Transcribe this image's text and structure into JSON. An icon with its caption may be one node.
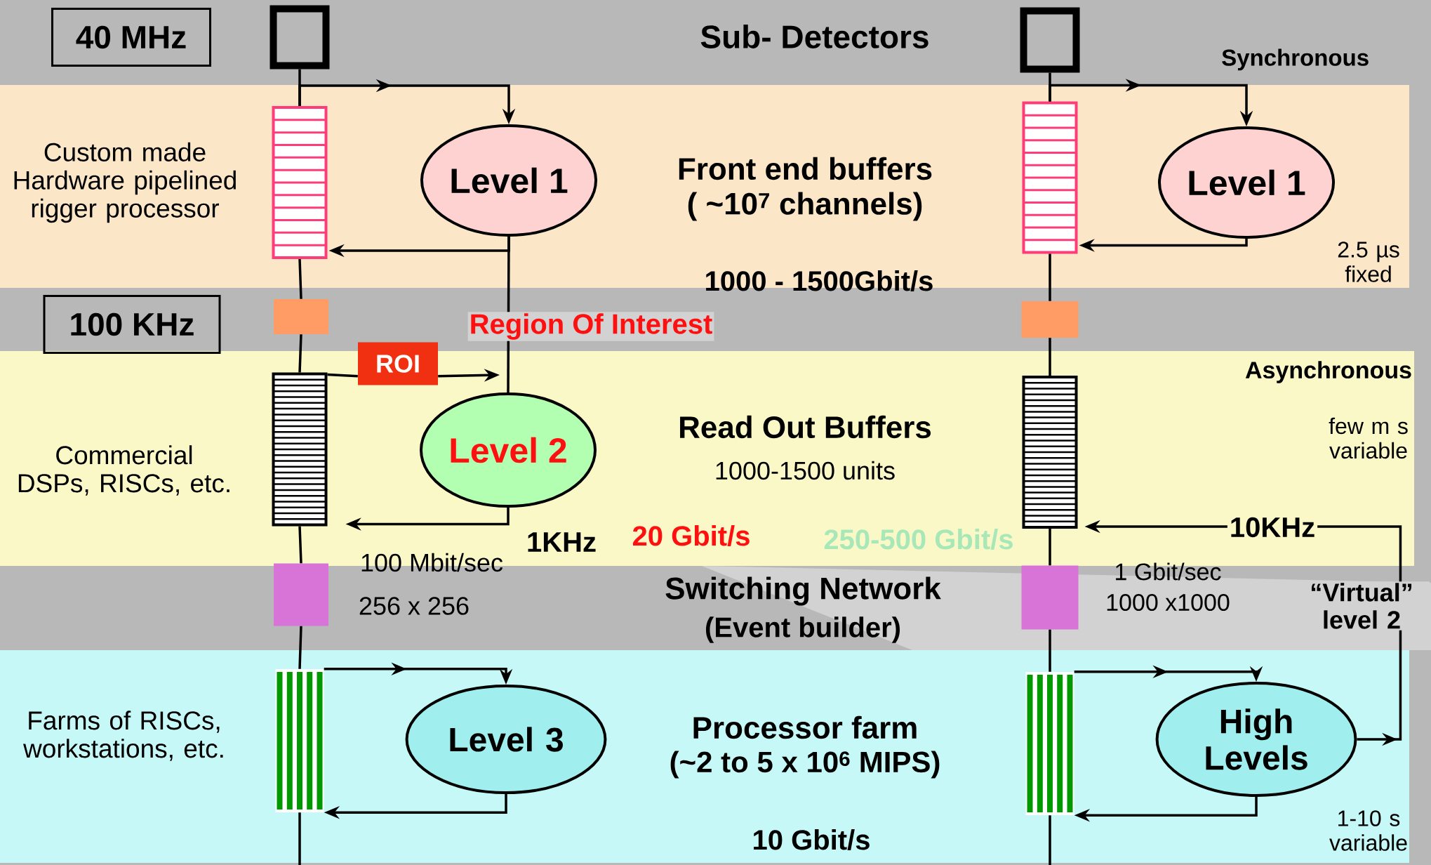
{
  "diagram": {
    "nodes": [
      {
        "text": [
          "40 MHz"
        ]
      },
      {
        "text": [],
        "shape": "box"
      },
      {
        "text": [],
        "shape": "box"
      },
      {
        "text": [],
        "shape": "box"
      },
      {
        "text": [
          "Level 1"
        ]
      },
      {
        "text": [],
        "shape": "box"
      },
      {
        "text": [
          "Level 1"
        ]
      },
      {
        "text": [
          "100 KHz"
        ]
      },
      {
        "text": [],
        "shape": "box"
      },
      {
        "text": [],
        "shape": "box"
      },
      {
        "text": [
          "ROI"
        ]
      },
      {
        "text": [],
        "shape": "box"
      },
      {
        "text": [
          "Level 2"
        ]
      },
      {
        "text": [],
        "shape": "box"
      },
      {
        "text": [],
        "shape": "box"
      },
      {
        "text": [],
        "shape": "box"
      },
      {
        "text": [],
        "shape": "box"
      },
      {
        "text": [
          "Level 3"
        ]
      },
      {
        "text": [],
        "shape": "box"
      },
      {
        "text": [
          "High Levels"
        ]
      }
    ],
    "edges": [
      {
        "from": 1,
        "to": 3,
        "arrow": "none"
      },
      {
        "from": 3,
        "to": 8,
        "arrow": "none"
      },
      {
        "from": 8,
        "to": 11,
        "arrow": "none"
      },
      {
        "from": 11,
        "to": 14,
        "arrow": "none"
      },
      {
        "from": 14,
        "to": 16,
        "arrow": "none"
      },
      {
        "from": 16,
        "to": null,
        "arrow": "none"
      },
      {
        "from": 2,
        "to": 5,
        "arrow": "none"
      },
      {
        "from": 5,
        "to": 9,
        "arrow": "none"
      },
      {
        "from": 9,
        "to": 13,
        "arrow": "none"
      },
      {
        "from": 13,
        "to": 15,
        "arrow": "none"
      },
      {
        "from": 15,
        "to": 18,
        "arrow": "none"
      },
      {
        "from": 18,
        "to": null,
        "arrow": "none"
      },
      {
        "from": 3,
        "to": 4,
        "arrow": "to"
      },
      {
        "from": 4,
        "to": 3,
        "arrow": "to"
      },
      {
        "from": 4,
        "to": 12,
        "arrow": "none"
      },
      {
        "from": 11,
        "to": 10,
        "arrow": "none"
      },
      {
        "from": 10,
        "to": 12,
        "arrow": "to"
      },
      {
        "from": 12,
        "to": 11,
        "arrow": "to"
      },
      {
        "from": 16,
        "to": 17,
        "arrow": "to"
      },
      {
        "from": 17,
        "to": 16,
        "arrow": "to"
      },
      {
        "from": 5,
        "to": 6,
        "arrow": "to"
      },
      {
        "from": 6,
        "to": 5,
        "arrow": "to"
      },
      {
        "from": 19,
        "to": 13,
        "arrow": "to",
        "label": "10KHz"
      },
      {
        "from": 18,
        "to": 19,
        "arrow": "to"
      },
      {
        "from": 19,
        "to": 18,
        "arrow": "to"
      }
    ],
    "labels": [
      "Sub- Detectors",
      "Custom made Hardware pipelined rigger processor",
      "Front end buffers",
      "( ~10$^{7}$  channels)",
      "1000 - 1500Gbit/s",
      "Synchronous",
      "2.5 µs fixed",
      "Region Of Interest",
      "Asynchronous",
      "few m s variable",
      "Commercial DSPs, RISCs, etc.",
      "Read Out  Buffers",
      "1000-1500 units",
      "1KHz",
      "20 Gbit/s",
      "250-500 Gbit/s",
      "100 Mbit/sec",
      "256 x 256",
      "Switching Network",
      "(Event builder)",
      "1 Gbit/sec",
      "1000 x1000",
      "“Virtual” level 2",
      "Farms of RISCs, workstations, etc.",
      "Processor farm",
      "(~2 to 5 x  10$^{6}$ MIPS)",
      "10 Gbit/s",
      "1-10 s variable"
    ]
  }
}
